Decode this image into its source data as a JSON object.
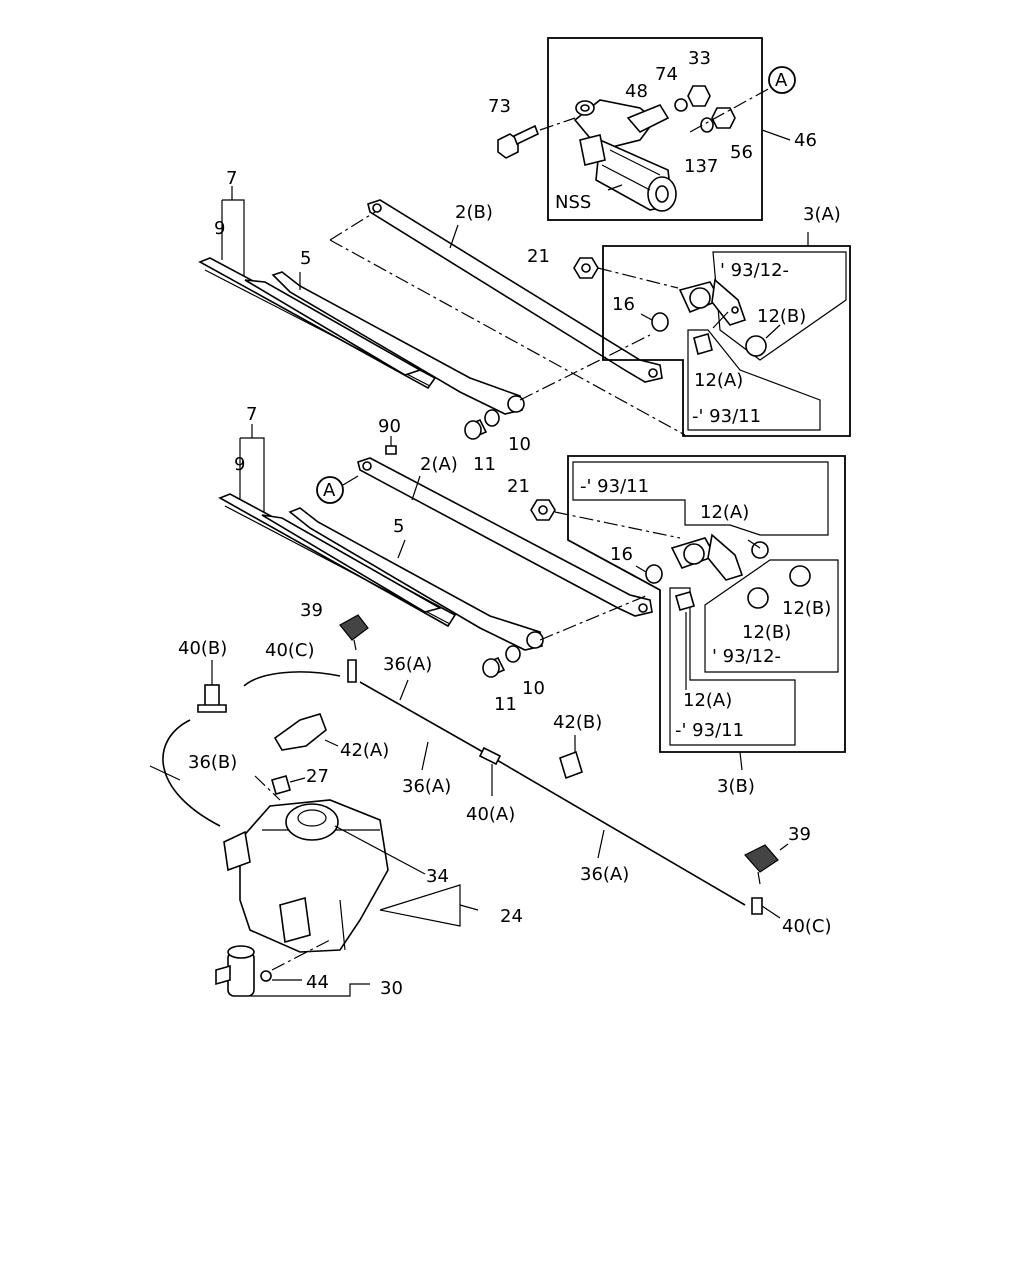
{
  "labels": {
    "l73": "73",
    "l74": "74",
    "l33": "33",
    "l48": "48",
    "l56": "56",
    "l137": "137",
    "l46": "46",
    "lnss": "NSS",
    "lcalloutA_top": "A",
    "l7_top": "7",
    "l9_top": "9",
    "l5_top": "5",
    "l2b": "2(B)",
    "l21_top": "21",
    "l16_top": "16",
    "l3a": "3(A)",
    "l93_12_top": "' 93/12-",
    "l12b_top": "12(B)",
    "l12a_top": "12(A)",
    "l93_11_top": "-' 93/11",
    "l10_top": "10",
    "l11_top": "11",
    "l90": "90",
    "l7_mid": "7",
    "l9_mid": "9",
    "l2a": "2(A)",
    "lcalloutA_mid": "A",
    "l21_mid": "21",
    "l93_11_mid": "-' 93/11",
    "l12a_mid": "12(A)",
    "l16_mid": "16",
    "l5_mid": "5",
    "l12b_mid1": "12(B)",
    "l12b_mid2": "12(B)",
    "l93_12_mid": "' 93/12-",
    "l39_left": "39",
    "l40b": "40(B)",
    "l40c_left": "40(C)",
    "l36a_1": "36(A)",
    "l10_mid": "10",
    "l11_mid": "11",
    "l12a_low": "12(A)",
    "l93_11_low": "-' 93/11",
    "l42b": "42(B)",
    "l42a": "42(A)",
    "l36b": "36(B)",
    "l27": "27",
    "l36a_2": "36(A)",
    "l40a": "40(A)",
    "l3b": "3(B)",
    "l39_right": "39",
    "l34": "34",
    "l36a_3": "36(A)",
    "l24": "24",
    "l40c_right": "40(C)",
    "l44": "44",
    "l30": "30"
  }
}
